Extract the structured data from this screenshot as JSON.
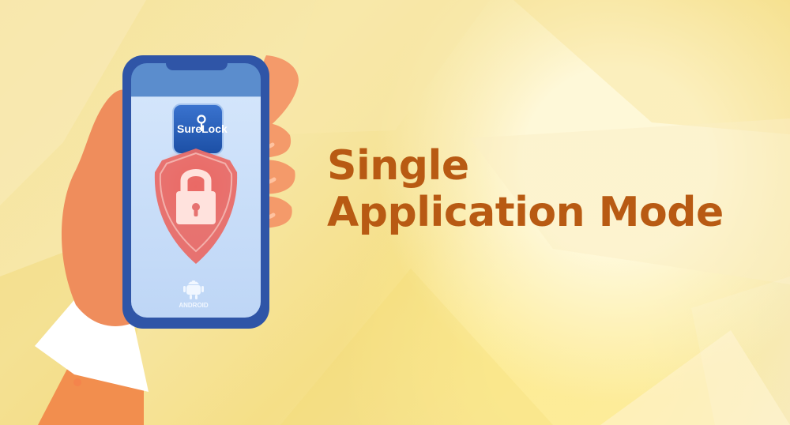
{
  "banner": {
    "title_line_1": "Single",
    "title_line_2": "Application Mode",
    "app_logo_text": "SureLock",
    "android_text": "ANDROID"
  },
  "colors": {
    "background_primary": "#f6e39a",
    "title": "#b85a13",
    "phone_frame": "#2f55a7",
    "phone_screen_top": "#5b8dcd",
    "phone_screen_bottom": "#c9e0f8",
    "shield": "#e96d68",
    "lock": "#ffe2dd",
    "hand": "#f08d58",
    "cuff": "#ffffff",
    "sleeve": "#f28e4e"
  },
  "icons": {
    "logo": "surelock-logo-icon",
    "shield": "shield-lock-icon",
    "android": "android-icon"
  }
}
